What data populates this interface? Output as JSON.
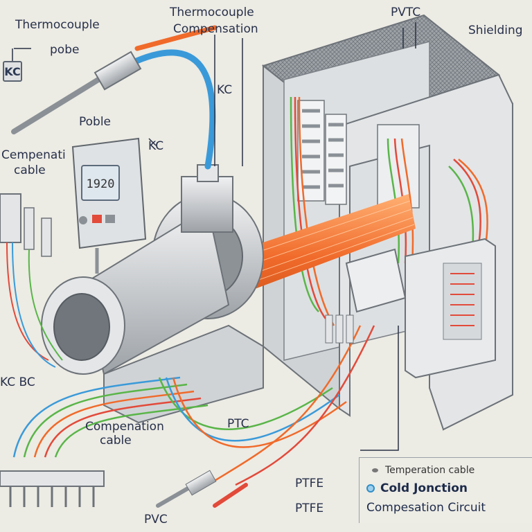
{
  "labels": {
    "thermocouple_top_left": "Thermocouple",
    "pobe": "pobe",
    "kc_box": "KC",
    "thermocouple_comp_line1": "Thermocouple",
    "thermocouple_comp_line2": "Compensation",
    "pvtc": "PVTC",
    "shielding": "Shielding",
    "kc_center": "KC",
    "poble": "Poble",
    "kc_meter": "KC",
    "cempenat_line1": "Cempenati",
    "cempenat_line2": "cable",
    "meter_display": "1920",
    "kc_bc": "KC BC",
    "comp_cable_line1": "Compenation",
    "comp_cable_line2": "cable",
    "ptc": "PTC",
    "ptfe_1": "PTFE",
    "ptfe_2": "PTFE",
    "pvc": "PVC"
  },
  "legend": {
    "item1": "Temperation cable",
    "item2": "Cold Jonction",
    "item3": "Compesation Circuit"
  },
  "colors": {
    "background": "#ecebe4",
    "cable_orange": "#f06a2a",
    "cable_blue": "#3a9ad9",
    "wire_green": "#59b548",
    "wire_red": "#e24a3a",
    "metal": "#c9ccd0",
    "cabinet": "#d7d9dc",
    "text": "#27304a"
  },
  "icons": [
    "thermocouple-probe-icon",
    "meter-icon",
    "pipe-icon",
    "control-cabinet-icon",
    "connector-icon",
    "terminal-block-icon"
  ]
}
